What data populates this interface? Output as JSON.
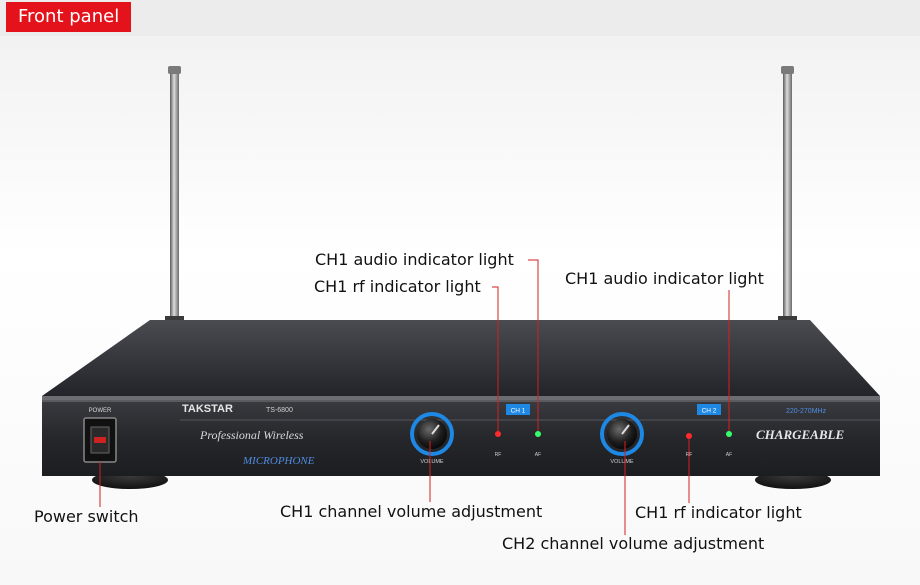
{
  "header": {
    "title": "Front panel",
    "accent": "#e4121a"
  },
  "device": {
    "brand": "TAKSTAR",
    "model": "TS-6800",
    "tagline": "Professional Wireless",
    "subtitle": "MICROPHONE",
    "feature": "CHARGEABLE",
    "frequency": "220-270MHz",
    "power_label": "POWER",
    "volume_label": "VOLUME",
    "ch1_tag": "CH 1",
    "ch2_tag": "CH 2",
    "rf_label": "RF",
    "af_label": "AF",
    "panel_color": "#2b2c30",
    "knob_ring_color": "#1e88e5",
    "rf_led_color": "#ff2a2a",
    "af_led_color": "#37ff6a"
  },
  "callouts": {
    "ch1_audio": "CH1 audio indicator light",
    "ch1_rf": "CH1 rf indicator light",
    "ch2_audio": "CH1 audio indicator light",
    "power": "Power switch",
    "ch1_volume": "CH1 channel volume adjustment",
    "ch2_rf": "CH1 rf indicator light",
    "ch2_volume": "CH2 channel volume adjustment"
  }
}
